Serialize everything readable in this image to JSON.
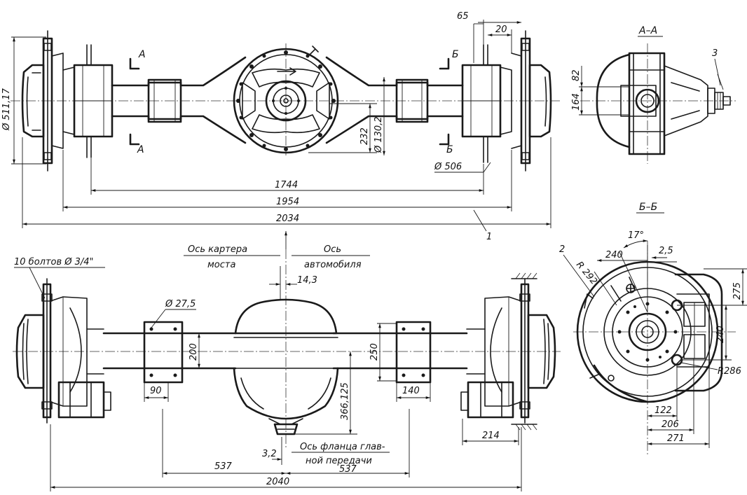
{
  "labels": {
    "section_aa_title": "А–А",
    "section_bb_title": "Б–Б",
    "cut_a_top": "А",
    "cut_a_bottom": "А",
    "cut_b_top": "Б",
    "cut_b_bottom": "Б",
    "callout_1": "1",
    "callout_2": "2",
    "callout_3": "3",
    "bolts_note": "10 болтов Ø 3/4\"",
    "axle_housing_axis_line1": "Ось картера",
    "axle_housing_axis_line2": "моста",
    "vehicle_axis_line1": "Ось",
    "vehicle_axis_line2": "автомобиля",
    "final_drive_flange_axis_line1": "Ось фланца глав-",
    "final_drive_flange_axis_line2": "ной передачи"
  },
  "dimensions": {
    "d_511_17": "Ø 511,17",
    "d_65": "65",
    "d_20": "20",
    "d_232": "232",
    "d_130_2": "Ø 130,2",
    "d_506": "Ø 506",
    "d_1744": "1744",
    "d_1954": "1954",
    "d_2034": "2034",
    "d_82": "82",
    "d_164": "164",
    "d_14_3": "14,3",
    "d_27_5": "Ø 27,5",
    "d_200": "200",
    "d_250": "250",
    "d_90": "90",
    "d_140": "140",
    "d_366_125": "366,125",
    "d_214": "214",
    "d_3_2": "3,2",
    "d_537_left": "537",
    "d_537_right": "537",
    "d_2040": "2040",
    "d_17deg": "17°",
    "d_240_top": "240",
    "d_2_5": "2,5",
    "r_292": "R 292",
    "d_275": "275",
    "d_240_right": "240",
    "r_286": "R286",
    "d_122": "122",
    "d_206": "206",
    "d_271": "271"
  }
}
